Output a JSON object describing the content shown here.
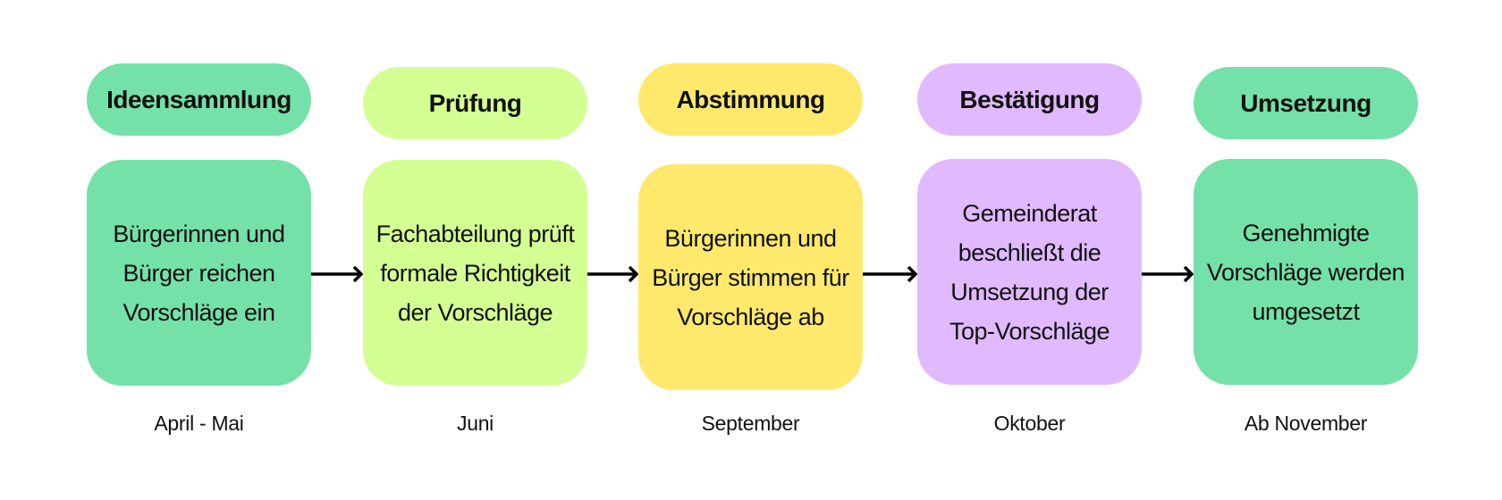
{
  "colors": {
    "green": "#74e1a9",
    "lime": "#d4ff93",
    "yellow": "#ffe96d",
    "purple": "#e1b9ff"
  },
  "steps": [
    {
      "title": "Ideensammlung",
      "text": "Bürgerinnen und Bürger reichen Vorschläge ein",
      "date": "April - Mai",
      "color": "#74e1a9"
    },
    {
      "title": "Prüfung",
      "text": "Fachabteilung prüft formale Richtigkeit der Vorschläge",
      "date": "Juni",
      "color": "#d4ff93"
    },
    {
      "title": "Abstimmung",
      "text": "Bürgerinnen und Bürger stimmen für Vorschläge ab",
      "date": "September",
      "color": "#ffe96d"
    },
    {
      "title": "Bestätigung",
      "text": "Gemeinderat beschließt die Umsetzung der Top-Vorschläge",
      "date": "Oktober",
      "color": "#e1b9ff"
    },
    {
      "title": "Umsetzung",
      "text": "Genehmigte Vorschläge werden umgesetzt",
      "date": "Ab November",
      "color": "#74e1a9"
    }
  ]
}
